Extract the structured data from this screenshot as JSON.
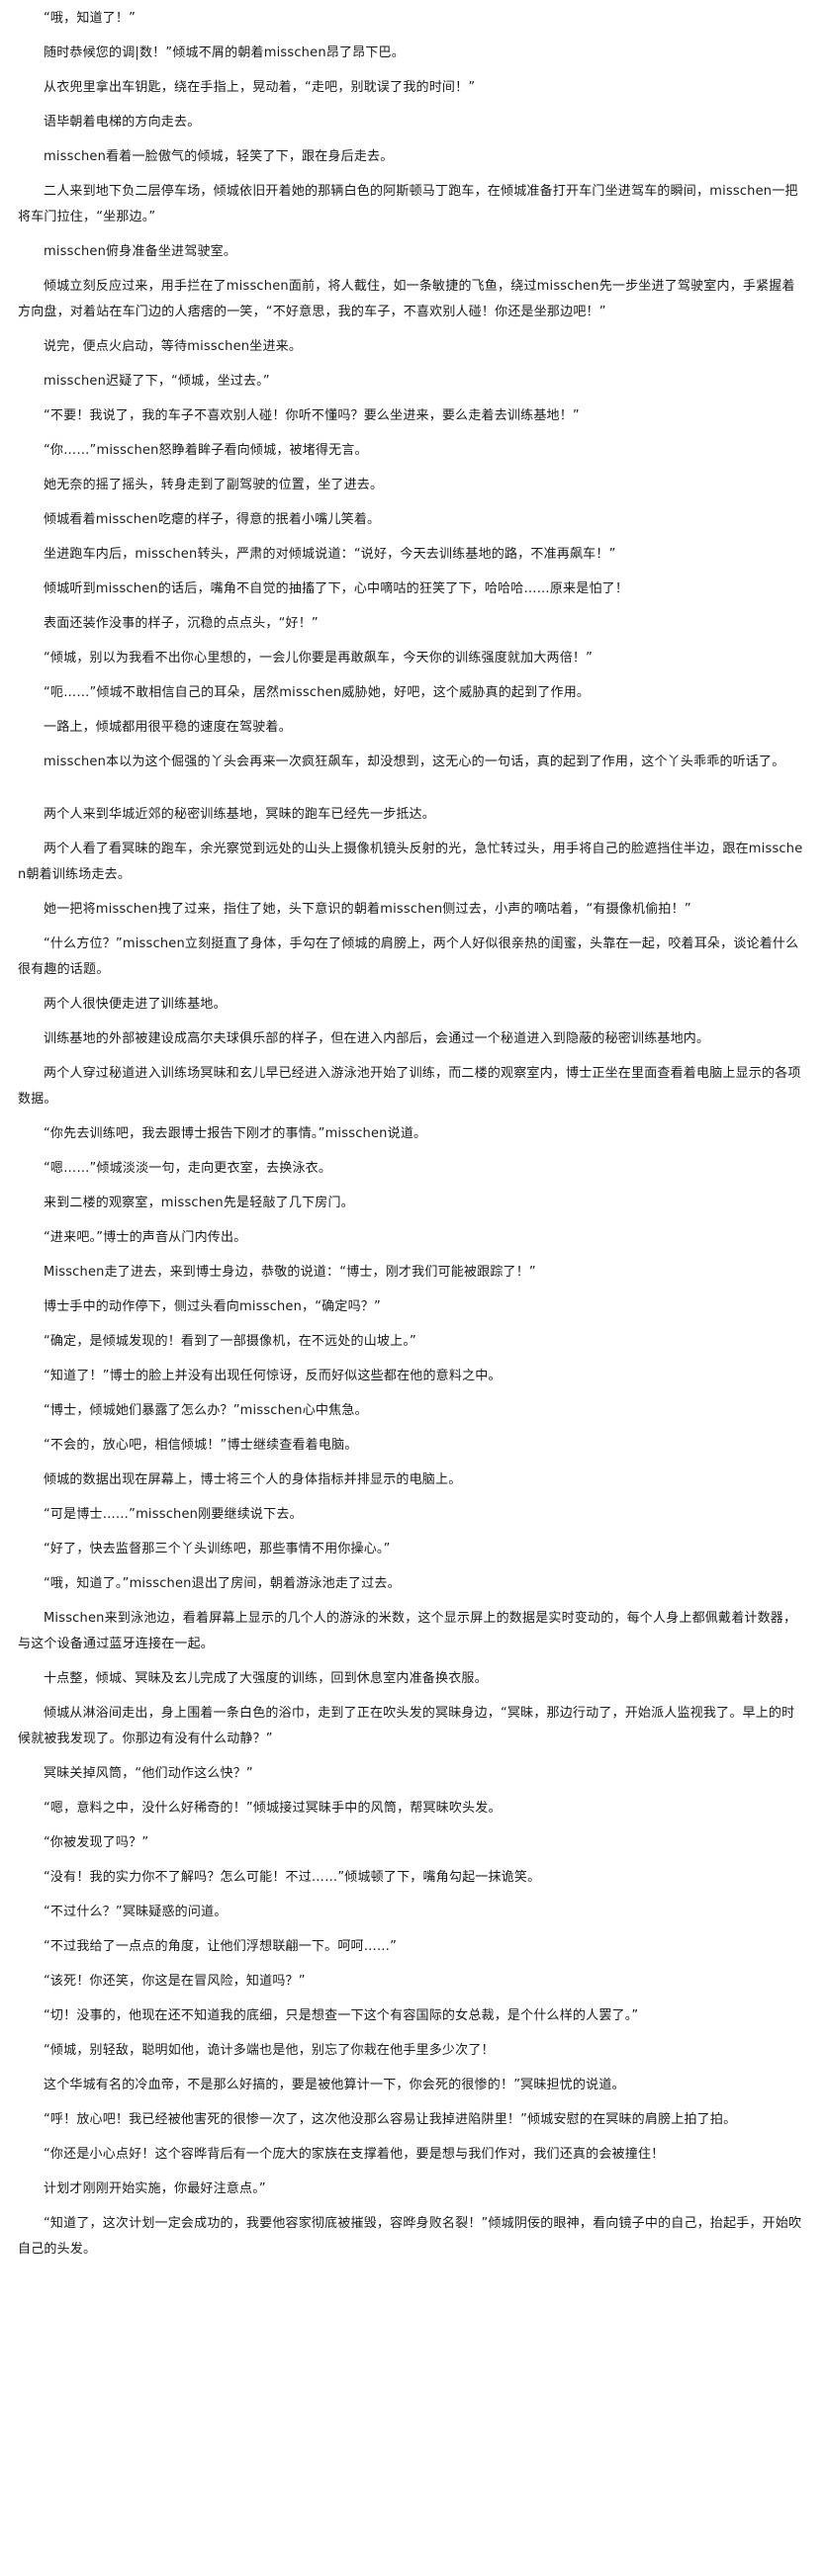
{
  "paragraphs": [
    "“哦，知道了！”",
    "随时恭候您的调|数！”倾城不屑的朝着misschen昂了昂下巴。",
    "从衣兜里拿出车钥匙，绕在手指上，晃动着，“走吧，别耽误了我的时间！”",
    "语毕朝着电梯的方向走去。",
    "misschen看着一脸傲气的倾城，轻笑了下，跟在身后走去。",
    "二人来到地下负二层停车场，倾城依旧开着她的那辆白色的阿斯顿马丁跑车，在倾城准备打开车门坐进驾车的瞬间，misschen一把将车门拉住，“坐那边。”",
    "misschen俯身准备坐进驾驶室。",
    "倾城立刻反应过来，用手拦在了misschen面前，将人截住，如一条敏捷的飞鱼，绕过misschen先一步坐进了驾驶室内，手紧握着方向盘，对着站在车门边的人痞痞的一笑，“不好意思，我的车子，不喜欢别人碰！你还是坐那边吧！”",
    "说完，便点火启动，等待misschen坐进来。",
    "misschen迟疑了下，“倾城，坐过去。”",
    "“不要！我说了，我的车子不喜欢别人碰！你听不懂吗？要么坐进来，要么走着去训练基地！”",
    "“你……”misschen怒睁着眸子看向倾城，被堵得无言。",
    "她无奈的摇了摇头，转身走到了副驾驶的位置，坐了进去。",
    "倾城看着misschen吃瘪的样子，得意的抿着小嘴儿笑着。",
    "坐进跑车内后，misschen转头，严肃的对倾城说道：“说好，今天去训练基地的路，不准再飙车！”",
    "倾城听到misschen的话后，嘴角不自觉的抽搐了下，心中嘀咕的狂笑了下，哈哈哈……原来是怕了！",
    "表面还装作没事的样子，沉稳的点点头，“好！”",
    "“倾城，别以为我看不出你心里想的，一会儿你要是再敢飙车，今天你的训练强度就加大两倍！”",
    "“呃……”倾城不敢相信自己的耳朵，居然misschen威胁她，好吧，这个威胁真的起到了作用。",
    "一路上，倾城都用很平稳的速度在驾驶着。",
    "misschen本以为这个倔强的丫头会再来一次疯狂飙车，却没想到，这无心的一句话，真的起到了作用，这个丫头乖乖的听话了。",
    "",
    "两个人来到华城近郊的秘密训练基地，冥昧的跑车已经先一步抵达。",
    "两个人看了看冥昧的跑车，余光察觉到远处的山头上摄像机镜头反射的光，急忙转过头，用手将自己的脸遮挡住半边，跟在misschen朝着训练场走去。",
    "她一把将misschen拽了过来，指住了她，头下意识的朝着misschen侧过去，小声的嘀咕着，“有摄像机偷拍！”",
    "“什么方位？”misschen立刻挺直了身体，手勾在了倾城的肩膀上，两个人好似很亲热的闺蜜，头靠在一起，咬着耳朵，谈论着什么很有趣的话题。",
    "两个人很快便走进了训练基地。",
    "训练基地的外部被建设成高尔夫球俱乐部的样子，但在进入内部后，会通过一个秘道进入到隐蔽的秘密训练基地内。",
    "两个人穿过秘道进入训练场冥昧和玄儿早已经进入游泳池开始了训练，而二楼的观察室内，博士正坐在里面查看着电脑上显示的各项数据。",
    "“你先去训练吧，我去跟博士报告下刚才的事情。”misschen说道。",
    "“嗯……”倾城淡淡一句，走向更衣室，去换泳衣。",
    "来到二楼的观察室，misschen先是轻敲了几下房门。",
    "“进来吧。”博士的声音从门内传出。",
    "Misschen走了进去，来到博士身边，恭敬的说道：“博士，刚才我们可能被跟踪了！”",
    "博士手中的动作停下，侧过头看向misschen，“确定吗？”",
    "“确定，是倾城发现的！看到了一部摄像机，在不远处的山坡上。”",
    "“知道了！”博士的脸上并没有出现任何惊讶，反而好似这些都在他的意料之中。",
    "“博士，倾城她们暴露了怎么办？”misschen心中焦急。",
    "“不会的，放心吧，相信倾城！”博士继续查看着电脑。",
    "倾城的数据出现在屏幕上，博士将三个人的身体指标并排显示的电脑上。",
    "“可是博士……”misschen刚要继续说下去。",
    "“好了，快去监督那三个丫头训练吧，那些事情不用你操心。”",
    "“哦，知道了。”misschen退出了房间，朝着游泳池走了过去。",
    "Misschen来到泳池边，看着屏幕上显示的几个人的游泳的米数，这个显示屏上的数据是实时变动的，每个人身上都佩戴着计数器，与这个设备通过蓝牙连接在一起。",
    "十点整，倾城、冥昧及玄儿完成了大强度的训练，回到休息室内准备换衣服。",
    "倾城从淋浴间走出，身上围着一条白色的浴巾，走到了正在吹头发的冥昧身边，“冥昧，那边行动了，开始派人监视我了。早上的时候就被我发现了。你那边有没有什么动静？”",
    "冥昧关掉风筒，“他们动作这么快？”",
    "“嗯，意料之中，没什么好稀奇的！”倾城接过冥昧手中的风筒，帮冥昧吹头发。",
    "“你被发现了吗？”",
    "“没有！我的实力你不了解吗？怎么可能！不过……”倾城顿了下，嘴角勾起一抹诡笑。",
    "“不过什么？”冥昧疑惑的问道。",
    "“不过我给了一点点的角度，让他们浮想联翩一下。呵呵……”",
    "“该死！你还笑，你这是在冒风险，知道吗？”",
    "“切！没事的，他现在还不知道我的底细，只是想查一下这个有容国际的女总裁，是个什么样的人罢了。”",
    "“倾城，别轻敌，聪明如他，诡计多端也是他，别忘了你栽在他手里多少次了！",
    "这个华城有名的冷血帝，不是那么好搞的，要是被他算计一下，你会死的很惨的！”冥昧担忧的说道。",
    "“呼！放心吧！我已经被他害死的很惨一次了，这次他没那么容易让我掉进陷阱里！”倾城安慰的在冥昧的肩膀上拍了拍。",
    "“你还是小心点好！这个容晔背后有一个庞大的家族在支撑着他，要是想与我们作对，我们还真的会被撞住！",
    "计划才刚刚开始实施，你最好注意点。”",
    "“知道了，这次计划一定会成功的，我要他容家彻底被摧毁，容晔身败名裂！”倾城阴佞的眼神，看向镜子中的自己，抬起手，开始吹自己的头发。"
  ]
}
